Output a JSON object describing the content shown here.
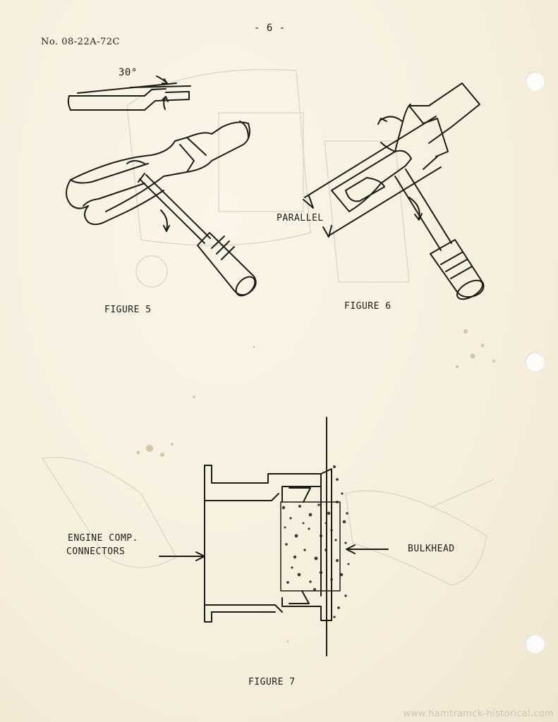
{
  "header": {
    "page_number": "- 6 -",
    "doc_number": "No. 08-22A-72C"
  },
  "figure5": {
    "angle_label": "30°",
    "caption": "FIGURE 5"
  },
  "figure6": {
    "parallel_label": "PARALLEL",
    "caption": "FIGURE 6"
  },
  "figure7": {
    "left_label_line1": "ENGINE COMP.",
    "left_label_line2": "CONNECTORS",
    "right_label": "BULKHEAD",
    "caption": "FIGURE 7"
  },
  "watermark": "www.hamtramck-historical.com"
}
